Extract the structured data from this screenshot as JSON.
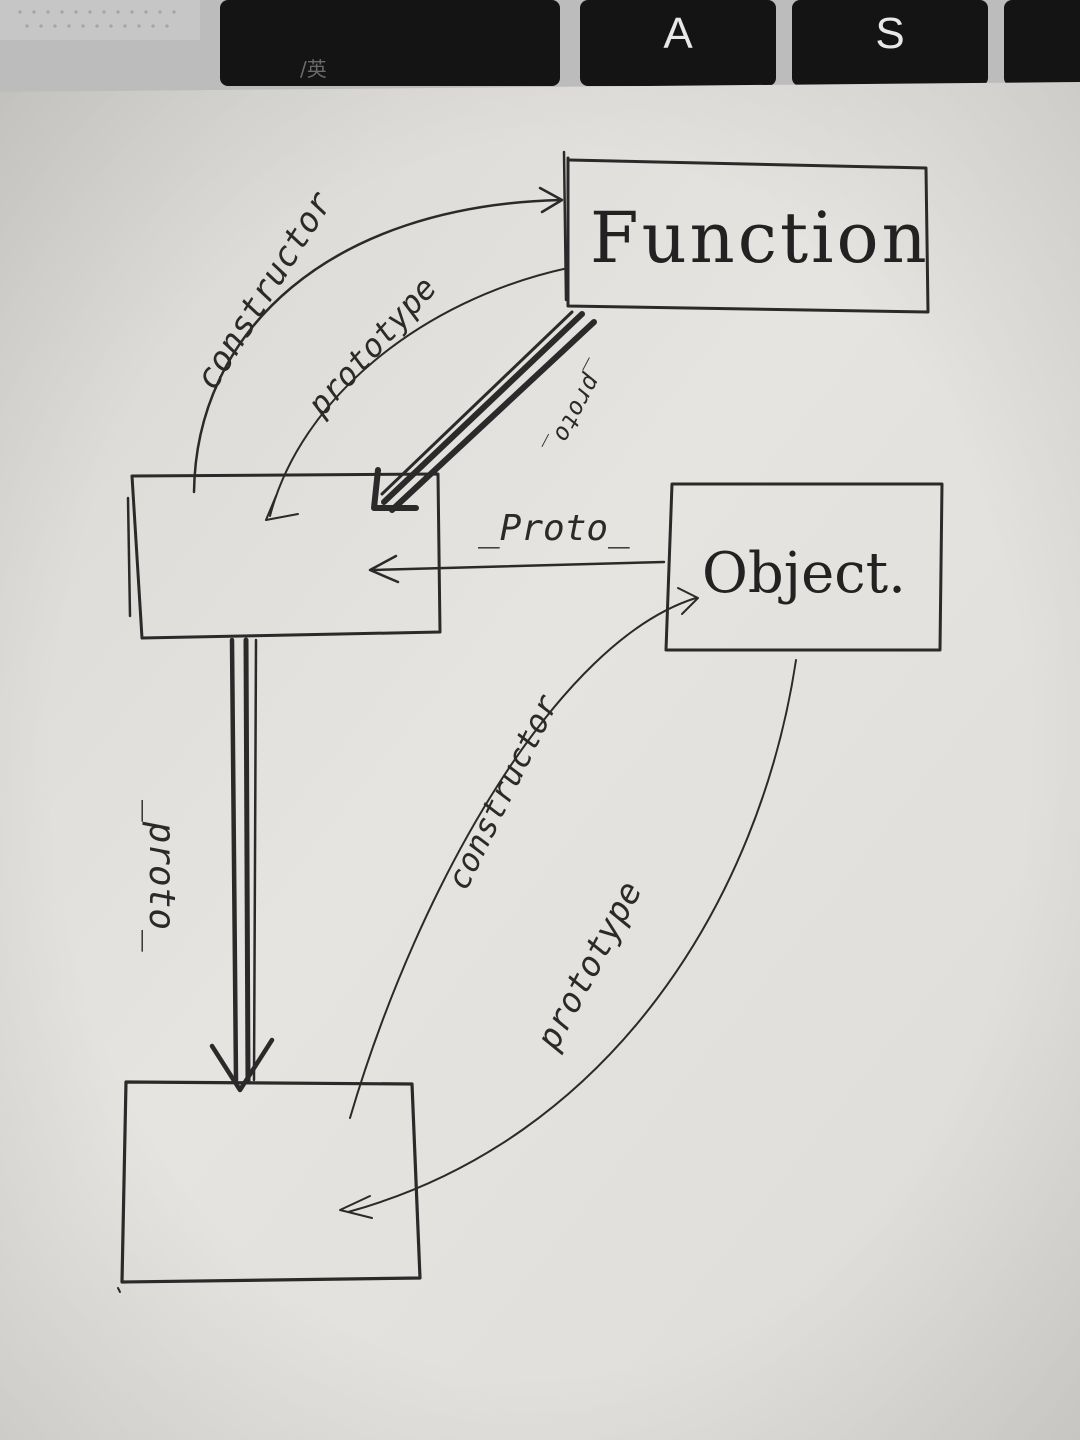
{
  "keyboard": {
    "keys": [
      "A",
      "S"
    ],
    "partial_mark": "/英"
  },
  "diagram": {
    "nodes": {
      "function_box": {
        "label": "Function"
      },
      "object_box": {
        "label": "Object."
      },
      "function_prototype_box": {
        "label": ""
      },
      "object_prototype_box": {
        "label": ""
      }
    },
    "edges": {
      "fnproto_constructor": {
        "label": "constructor"
      },
      "function_prototype": {
        "label": "prototype"
      },
      "function_proto": {
        "label": "_proto_"
      },
      "object_proto": {
        "label": "_Proto_"
      },
      "fnproto_proto": {
        "label": "_proto_"
      },
      "objproto_constructor": {
        "label": "constructor"
      },
      "object_prototype": {
        "label": "prototype"
      }
    }
  },
  "colors": {
    "paper": "#e4e2de",
    "ink": "#2a2a2a",
    "keyboard": "#111111",
    "keyboard_body": "#bdbcbd"
  }
}
